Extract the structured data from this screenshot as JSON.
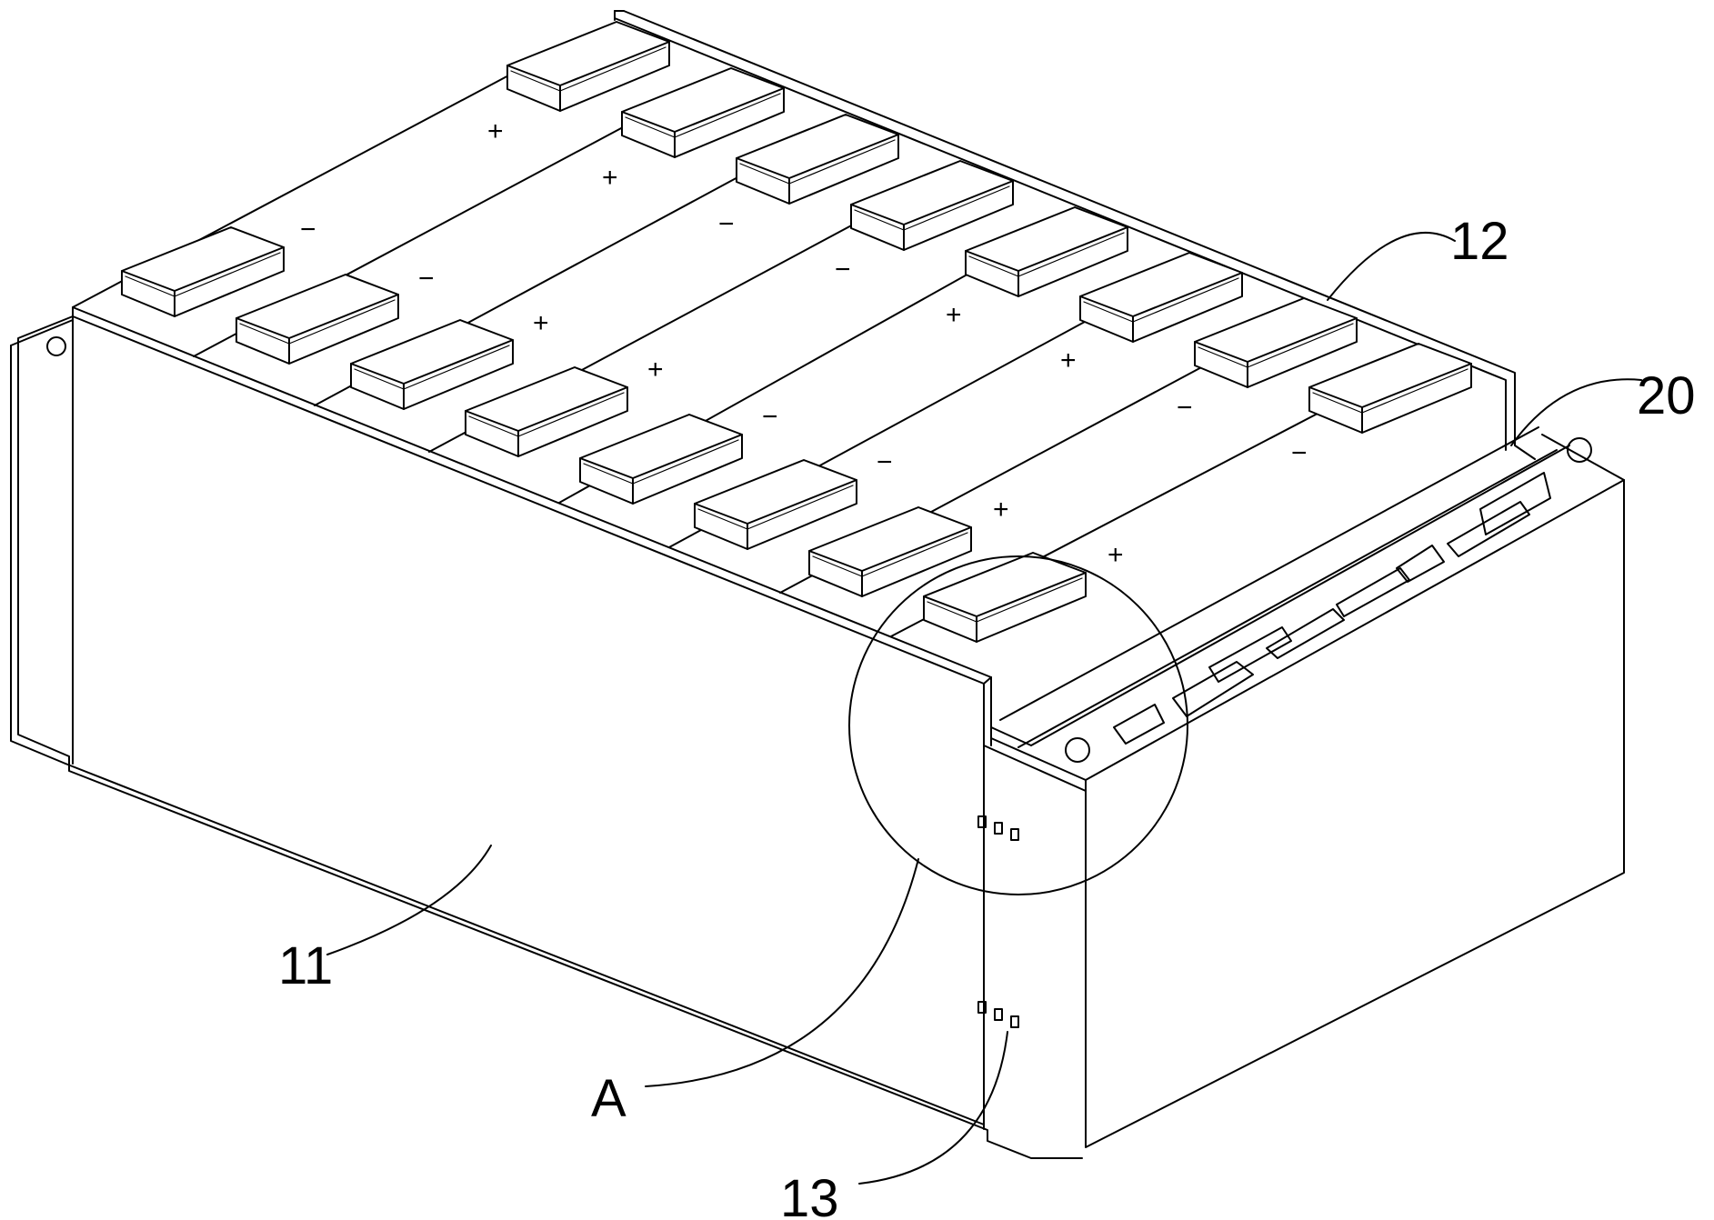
{
  "figure": {
    "labels": {
      "side_plate": "11",
      "top_bracket": "12",
      "slots": "13",
      "end_plate": "20",
      "detail": "A"
    },
    "cell_markings": {
      "positive": "+",
      "negative": "−"
    },
    "cell_count": 8
  }
}
